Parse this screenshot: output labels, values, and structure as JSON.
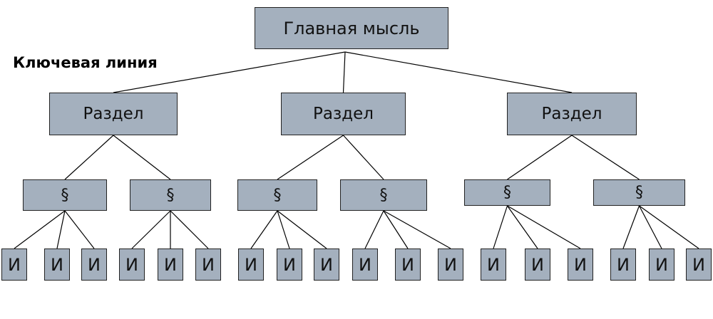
{
  "key_line_label": "Ключевая линия",
  "root": {
    "label": "Главная мысль"
  },
  "sections": [
    {
      "label": "Раздел",
      "paragraphs": [
        {
          "label": "§",
          "ideas": [
            "И",
            "И",
            "И"
          ]
        },
        {
          "label": "§",
          "ideas": [
            "И",
            "И",
            "И"
          ]
        }
      ]
    },
    {
      "label": "Раздел",
      "paragraphs": [
        {
          "label": "§",
          "ideas": [
            "И",
            "И",
            "И"
          ]
        },
        {
          "label": "§",
          "ideas": [
            "И",
            "И",
            "И"
          ]
        }
      ]
    },
    {
      "label": "Раздел",
      "paragraphs": [
        {
          "label": "§",
          "ideas": [
            "И",
            "И",
            "И"
          ]
        },
        {
          "label": "§",
          "ideas": [
            "И",
            "И",
            "И"
          ]
        }
      ]
    }
  ],
  "colors": {
    "box_fill": "#a4b0be",
    "border": "#222222",
    "line": "#000000"
  }
}
